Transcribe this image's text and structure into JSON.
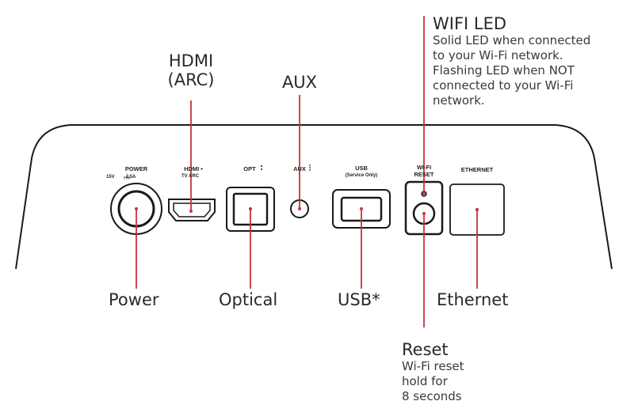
{
  "callouts": {
    "hdmi_line1": "HDMI",
    "hdmi_line2": "(ARC)",
    "aux": "AUX",
    "wifi_title": "WIFI LED",
    "wifi_desc": [
      "Solid LED when connected",
      "to your Wi-Fi network.",
      "Flashing LED when NOT",
      "connected to your Wi-Fi",
      "network."
    ],
    "power": "Power",
    "optical": "Optical",
    "usb": "USB*",
    "ethernet": "Ethernet",
    "reset_title": "Reset",
    "reset_desc": [
      "Wi-Fi reset",
      "hold for",
      "8 seconds"
    ]
  },
  "panel_labels": {
    "power": "POWER",
    "power_spec_left": "15V",
    "power_spec_right": "2.5A",
    "hdmi": "HDMI •",
    "hdmi_sub": "TV ARC",
    "opt": "OPT",
    "aux": "AUX",
    "usb": "USB",
    "usb_sub": "(Service Only)",
    "wifi_line1": "WI-FI",
    "wifi_line2": "RESET",
    "ethernet": "ETHERNET"
  },
  "colors": {
    "leader_line": "#c8323c",
    "outline": "#1a1a1a"
  }
}
